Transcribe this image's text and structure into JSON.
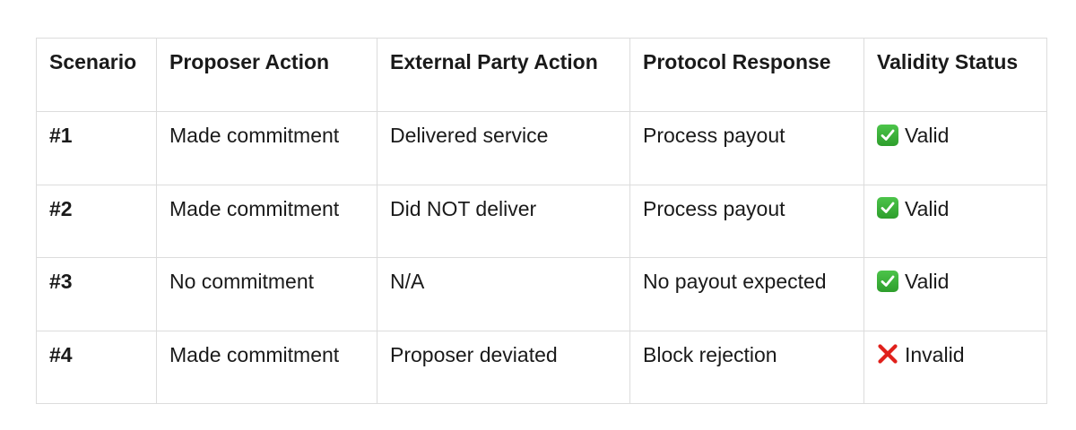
{
  "table": {
    "headers": [
      "Scenario",
      "Proposer Action",
      "External Party Action",
      "Protocol Response",
      "Validity Status"
    ],
    "rows": [
      {
        "scenario": "#1",
        "proposer_action": "Made commitment",
        "external_party_action": "Delivered service",
        "protocol_response": "Process payout",
        "validity": {
          "icon": "check-mark-icon",
          "label": "Valid",
          "color": "#2e9e2c"
        }
      },
      {
        "scenario": "#2",
        "proposer_action": "Made commitment",
        "external_party_action": "Did NOT deliver",
        "protocol_response": "Process payout",
        "validity": {
          "icon": "check-mark-icon",
          "label": "Valid",
          "color": "#2e9e2c"
        }
      },
      {
        "scenario": "#3",
        "proposer_action": "No commitment",
        "external_party_action": "N/A",
        "protocol_response": "No payout expected",
        "validity": {
          "icon": "check-mark-icon",
          "label": "Valid",
          "color": "#2e9e2c"
        }
      },
      {
        "scenario": "#4",
        "proposer_action": "Made commitment",
        "external_party_action": "Proposer deviated",
        "protocol_response": "Block rejection",
        "validity": {
          "icon": "cross-mark-icon",
          "label": "Invalid",
          "color": "#e0201b"
        }
      }
    ]
  }
}
